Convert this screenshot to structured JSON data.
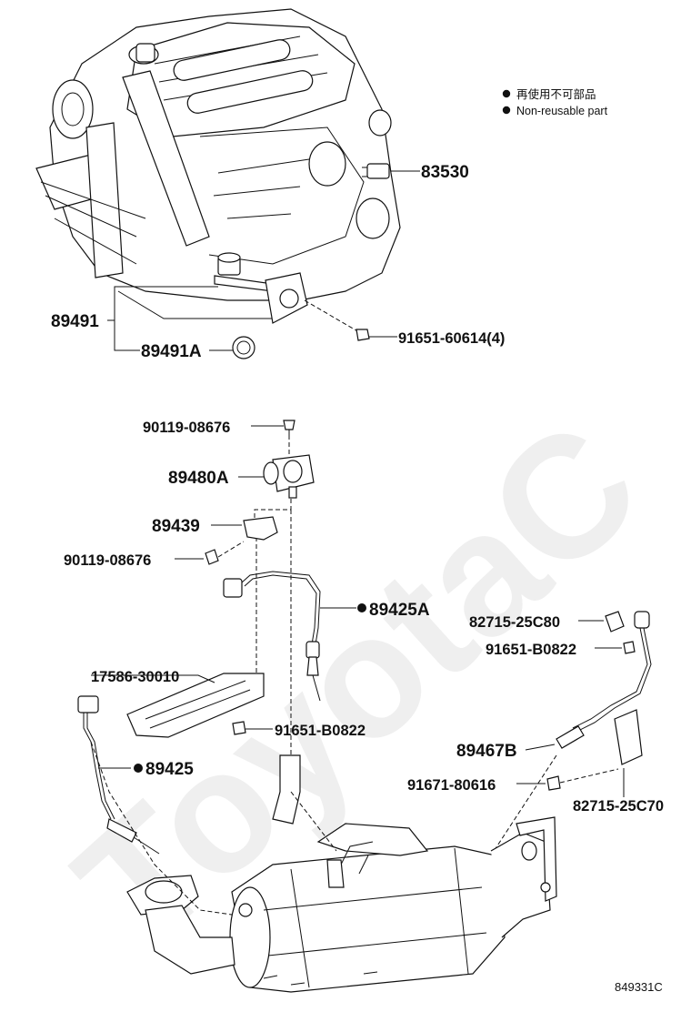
{
  "legend": {
    "symbol": "●",
    "japanese": "再使用不可部品",
    "english": "Non-reusable part"
  },
  "watermark": "ToyotaC",
  "figure_id": "849331C",
  "parts": {
    "p83530": "83530",
    "p89491": "89491",
    "p89491A": "89491A",
    "p91651_60614": "91651-60614(4)",
    "p90119_08676_top": "90119-08676",
    "p89480A": "89480A",
    "p89439": "89439",
    "p90119_08676_bottom": "90119-08676",
    "p89425A": "89425A",
    "p17586_30010": "17586-30010",
    "p91651_B0822_left": "91651-B0822",
    "p89425": "89425",
    "p82715_25C80": "82715-25C80",
    "p91651_B0822_right": "91651-B0822",
    "p89467B": "89467B",
    "p91671_80616": "91671-80616",
    "p82715_25C70": "82715-25C70"
  }
}
